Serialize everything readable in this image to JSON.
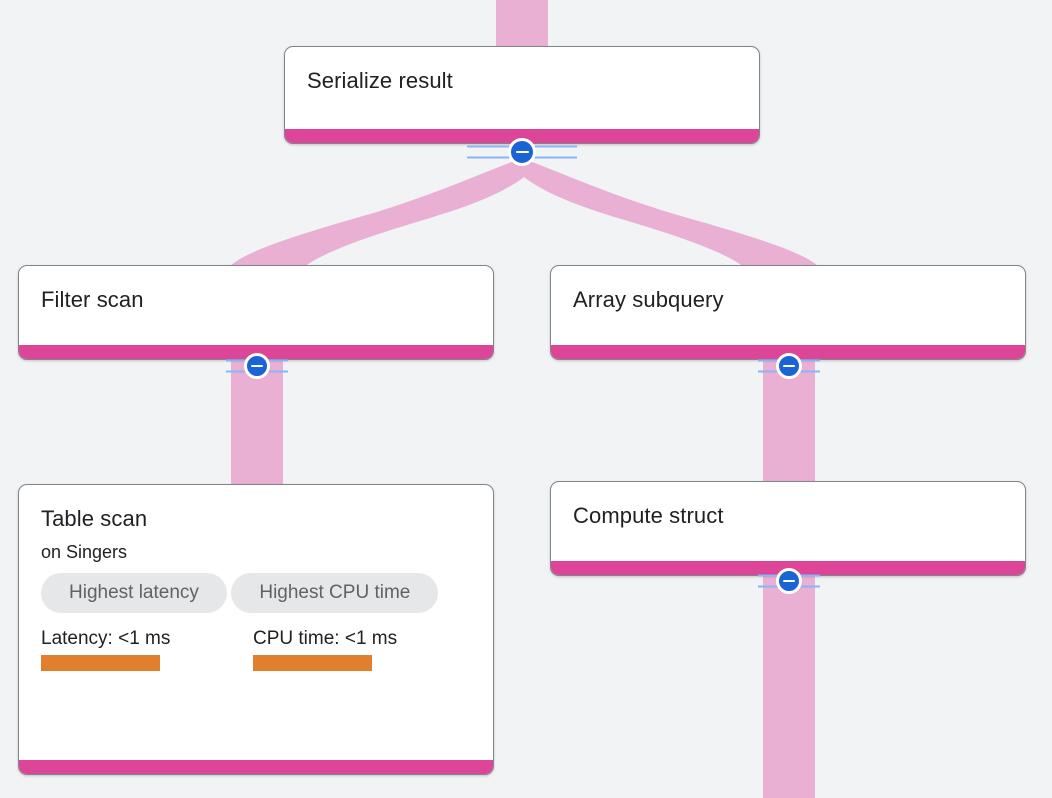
{
  "theme": {
    "background": "#f1f3f4",
    "node_background": "#ffffff",
    "node_border": "#80868b",
    "footer_accent": "#dd4698",
    "edge_color": "#eab0d4",
    "chip_background": "#e6e7e8",
    "chip_text": "#5f6368",
    "metric_bar": "#e0802f",
    "toggle_circle": "#1a64d6",
    "toggle_rail": "#8ab4f8"
  },
  "graph": {
    "nodes": [
      {
        "id": "serialize-result",
        "title": "Serialize result",
        "subtitle": "",
        "chips": [],
        "metrics": []
      },
      {
        "id": "filter-scan",
        "title": "Filter scan",
        "subtitle": "",
        "chips": [],
        "metrics": []
      },
      {
        "id": "array-subquery",
        "title": "Array subquery",
        "subtitle": "",
        "chips": [],
        "metrics": []
      },
      {
        "id": "table-scan",
        "title": "Table scan",
        "subtitle": "on Singers",
        "chips": [
          "Highest latency",
          "Highest CPU time"
        ],
        "metrics": [
          {
            "label": "Latency: <1 ms",
            "bar_percent": 56
          },
          {
            "label": "CPU time: <1 ms",
            "bar_percent": 56
          }
        ]
      },
      {
        "id": "compute-struct",
        "title": "Compute struct",
        "subtitle": "",
        "chips": [],
        "metrics": []
      }
    ],
    "toggles": [
      {
        "id": "toggle-serialize-result",
        "state": "expanded",
        "glyph": "minus"
      },
      {
        "id": "toggle-filter-scan",
        "state": "expanded",
        "glyph": "minus"
      },
      {
        "id": "toggle-array-subquery",
        "state": "expanded",
        "glyph": "minus"
      },
      {
        "id": "toggle-compute-struct",
        "state": "expanded",
        "glyph": "minus"
      }
    ]
  }
}
